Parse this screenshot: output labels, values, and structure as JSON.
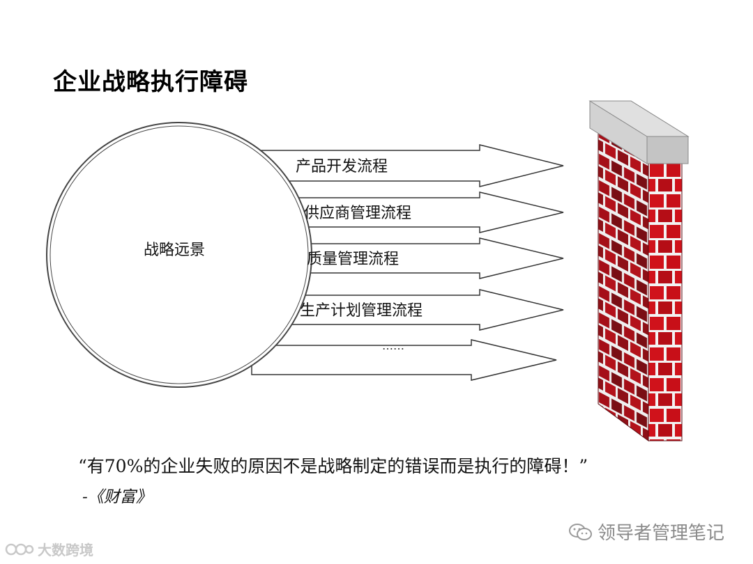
{
  "title": "企业战略执行障碍",
  "vision_label": "战略远景",
  "processes": [
    {
      "label": "产品开发流程"
    },
    {
      "label": "供应商管理流程"
    },
    {
      "label": "质量管理流程"
    },
    {
      "label": "生产计划管理流程"
    },
    {
      "label": "……"
    }
  ],
  "quote": "“有70%的企业失败的原因不是战略制定的错误而是执行的障碍！”",
  "source": "-《财富》",
  "watermarks": {
    "right": "领导者管理笔记",
    "left": "大数跨境"
  },
  "colors": {
    "brick": "#d0121b",
    "brick_dark": "#7a0e14",
    "mortar": "#f3f3f3",
    "cap": "#cfcfcf"
  }
}
